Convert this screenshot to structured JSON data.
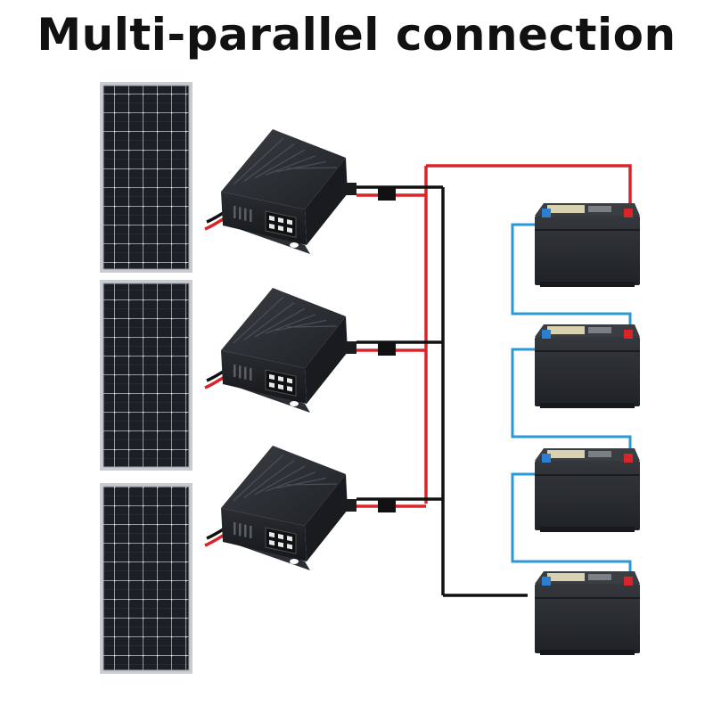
{
  "title": "Multi-parallel connection",
  "components": {
    "solar_panels": 3,
    "controllers": 3,
    "batteries": 4
  },
  "colors": {
    "positive_wire": "#d9252a",
    "negative_wire": "#111111",
    "battery_link_wire": "#2a9ad6",
    "panel_cell": "#1b1f26",
    "panel_frame": "#c9ccd1",
    "controller_body": "#24272b",
    "battery_body": "#2a2d31",
    "battery_top": "#3a3d42",
    "positive_terminal": "#d9252a",
    "negative_terminal": "#2a7fd0",
    "battery_label": "#d8d2b0"
  }
}
